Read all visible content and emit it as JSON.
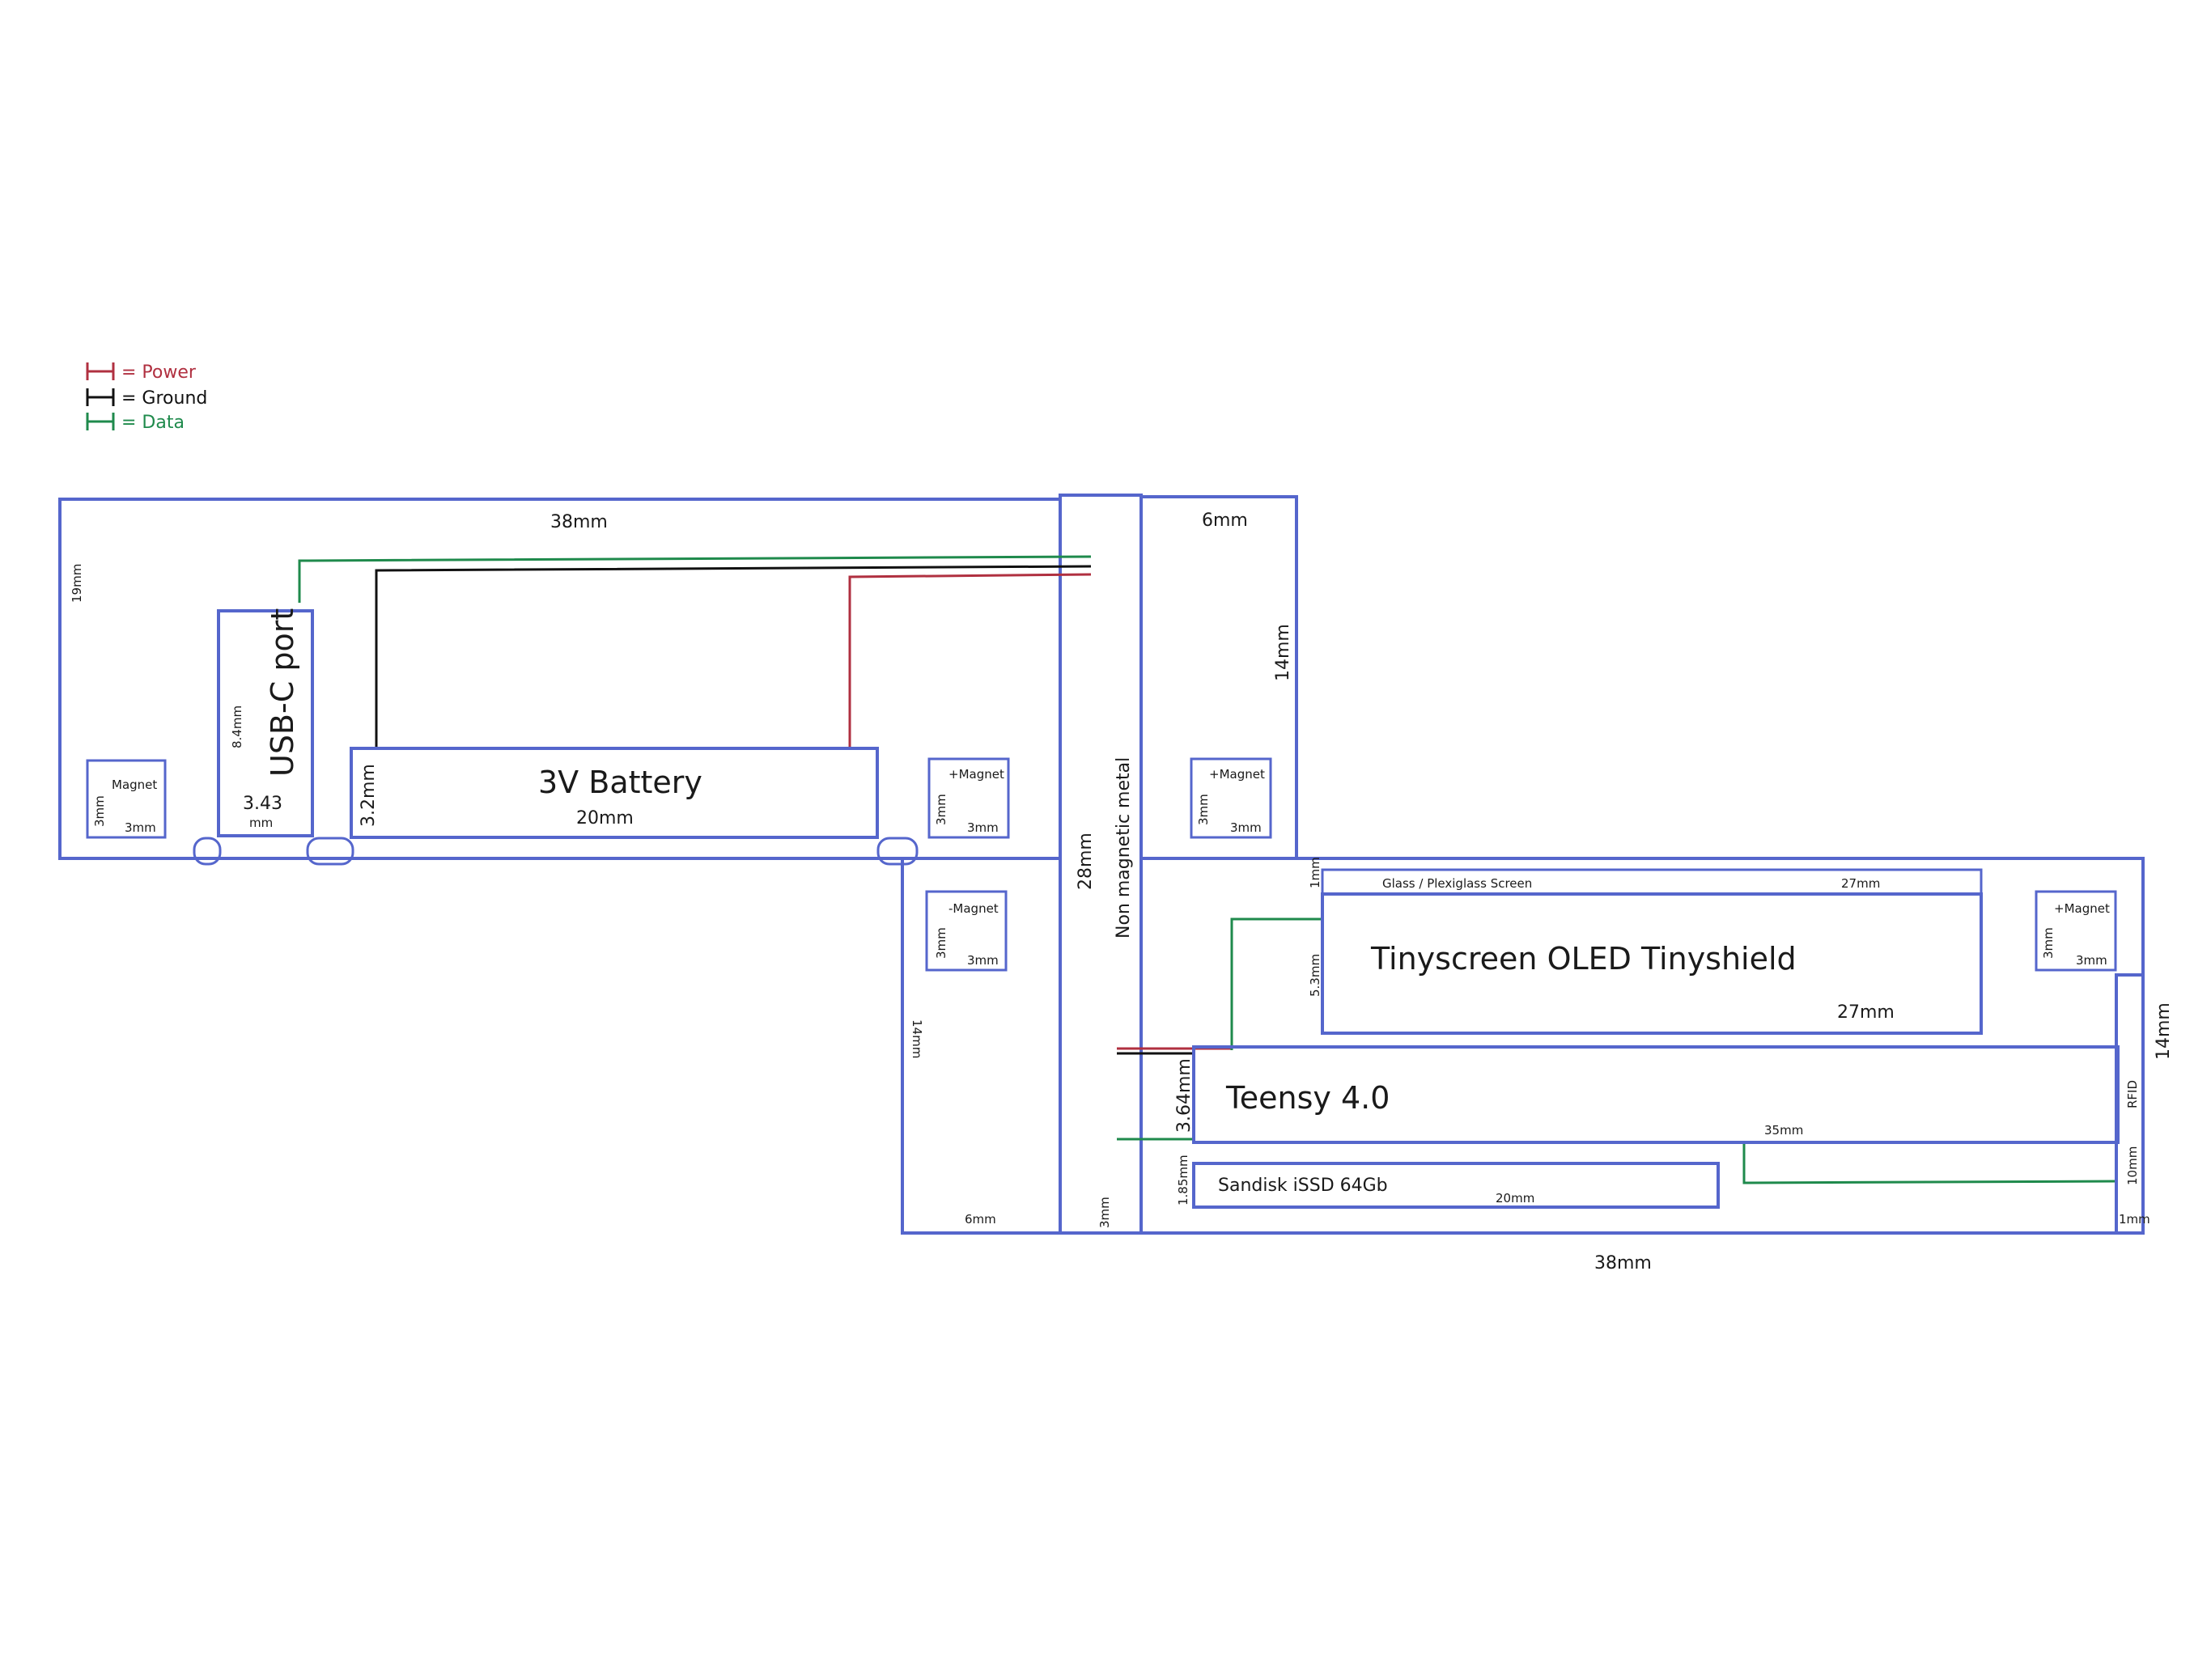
{
  "colors": {
    "outline": "#5566cc",
    "power": "#b03040",
    "ground": "#111111",
    "data": "#1f8a4c"
  },
  "legend": {
    "power": "= Power",
    "ground": "= Ground",
    "data": "= Data"
  },
  "labels": {
    "top_width": "38mm",
    "left_height": "19mm",
    "right_top_width": "6mm",
    "right_top_height": "14mm",
    "center_metal": "Non magnetic metal",
    "center_height": "28mm",
    "center_bottom": "3mm",
    "lower_left_height": "14mm",
    "lower_left_width": "6mm",
    "bottom_width": "38mm",
    "right_height": "14mm",
    "usb": "USB-C port",
    "usb_height": "8.4mm",
    "usb_width": "3.43",
    "usb_width_unit": "mm",
    "battery": "3V Battery",
    "battery_height": "3.2mm",
    "battery_width": "20mm",
    "magnet_plain": "Magnet",
    "magnet_plus": "+Magnet",
    "magnet_minus": "-Magnet",
    "magnet_size": "3mm",
    "screen": "Glass / Plexiglass Screen",
    "screen_width": "27mm",
    "screen_height": "1mm",
    "oled": "Tinyscreen OLED Tinyshield",
    "oled_width": "27mm",
    "oled_height": "5.3mm",
    "teensy": "Teensy 4.0",
    "teensy_width": "35mm",
    "teensy_height": "3.64mm",
    "ssd": "Sandisk iSSD 64Gb",
    "ssd_width": "20mm",
    "ssd_height": "1.85mm",
    "rfid": "RFID",
    "rfid_height": "10mm",
    "rfid_width": "1mm"
  }
}
